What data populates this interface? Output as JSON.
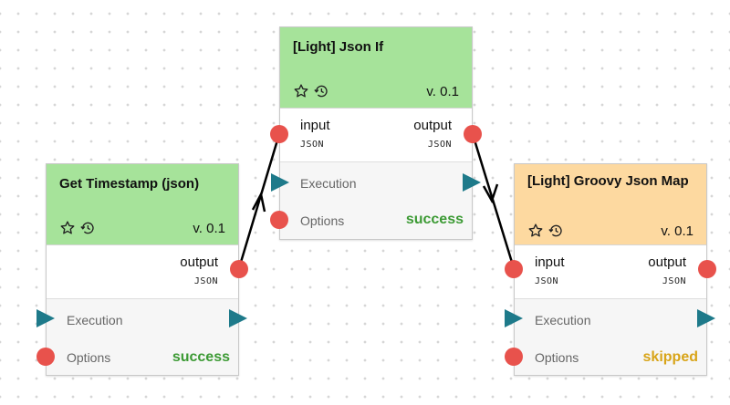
{
  "colors": {
    "success_header": "#a6e39a",
    "warning_header": "#fdd9a0",
    "status_success": "#3c9a34",
    "status_skipped": "#d8a418",
    "port_dot": "#e8524c",
    "execution_arrow": "#1e7a8a"
  },
  "icons": {
    "favorite": "star-icon",
    "history": "history-icon"
  },
  "nodes": {
    "json_if": {
      "title": "[Light] Json If",
      "version": "v. 0.1",
      "input_label": "input",
      "input_type": "JSON",
      "output_label": "output",
      "output_type": "JSON",
      "execution_label": "Execution",
      "options_label": "Options",
      "status": "success"
    },
    "get_timestamp": {
      "title": "Get Timestamp (json)",
      "version": "v. 0.1",
      "output_label": "output",
      "output_type": "JSON",
      "execution_label": "Execution",
      "options_label": "Options",
      "status": "success"
    },
    "groovy_map": {
      "title": "[Light] Groovy Json Map",
      "version": "v. 0.1",
      "input_label": "input",
      "input_type": "JSON",
      "output_label": "output",
      "output_type": "JSON",
      "execution_label": "Execution",
      "options_label": "Options",
      "status": "skipped"
    }
  }
}
